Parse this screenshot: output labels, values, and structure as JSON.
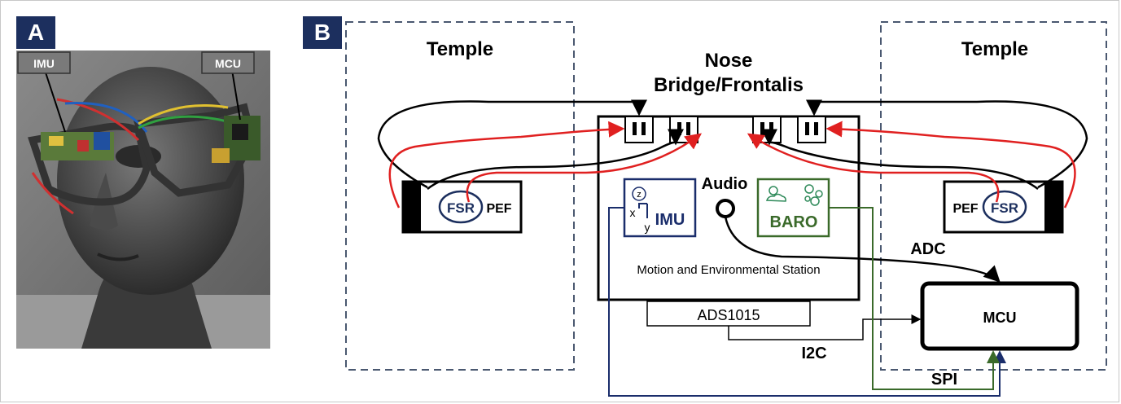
{
  "panels": {
    "a": "A",
    "b": "B"
  },
  "photo": {
    "imu_label": "IMU",
    "mcu_label": "MCU"
  },
  "diagram": {
    "temple_left": "Temple",
    "temple_right": "Temple",
    "nose_line1": "Nose",
    "nose_line2": "Bridge/Frontalis",
    "fsr": "FSR",
    "pef": "PEF",
    "imu": "IMU",
    "axis_z": "z",
    "axis_x": "x",
    "axis_y": "y",
    "audio": "Audio",
    "baro": "BARO",
    "station": "Motion and Environmental Station",
    "adc_chip": "ADS1015",
    "mcu": "MCU",
    "adc_bus": "ADC",
    "i2c_bus": "I2C",
    "spi_bus": "SPI"
  },
  "colors": {
    "navy": "#1c2f5e",
    "red": "#e02020",
    "baro_green": "#3a6a2a",
    "imu_blue": "#1a2d6b",
    "dash": "#4a5870"
  }
}
